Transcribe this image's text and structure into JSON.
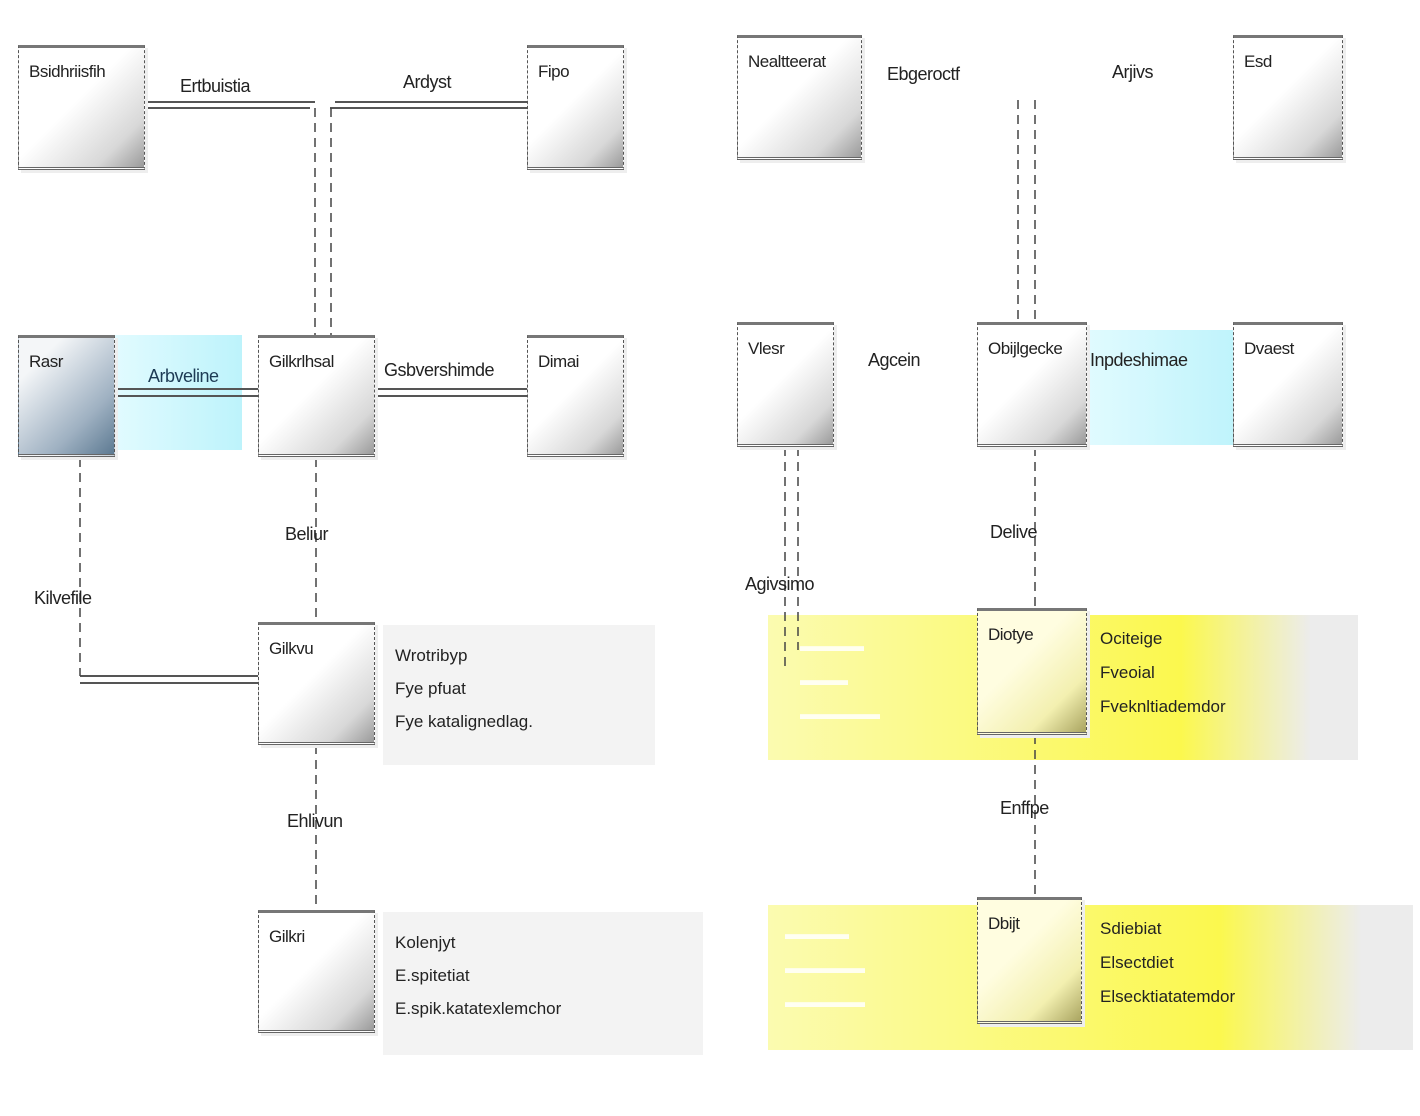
{
  "boxes": {
    "b1": "Bsidhriisfih",
    "b2": "Fipo",
    "b3": "Rasr",
    "b4": "Gilkrlhsal",
    "b5": "Dimai",
    "b6": "Gilkvu",
    "b7": "Gilkri",
    "b8": "Nealtteerat",
    "b9": "Esd",
    "b10": "Vlesr",
    "b11": "Obijlgecke",
    "b12": "Dvaest",
    "b13": "Diotye",
    "b14": "Dbijt"
  },
  "labels": {
    "l1": "Ertbuistia",
    "l2": "Ardyst",
    "l3": "Arbveline",
    "l4": "Gsbvershimde",
    "l5": "Beliur",
    "l6": "Kilvefile",
    "l7": "Ehlivun",
    "l8": "Ebgeroctf",
    "l9": "Arjivs",
    "l10": "Agcein",
    "l11": "Inpdeshimae",
    "l12": "Delive",
    "l13": "Agivsimo",
    "l14": "Enffpe"
  },
  "notes": {
    "n1": [
      "Wrotribyp",
      "Fye pfuat",
      "Fye katalignedlag."
    ],
    "n2": [
      "Kolenjyt",
      "E.spitetiat",
      "E.spik.katatexlemchor"
    ],
    "n3": [
      "Ociteige",
      "Fveoial",
      "Fveknltiademdor"
    ],
    "n4": [
      "Sdiebiat",
      "Elsectdiet",
      "Elsecktiatatemdor"
    ]
  },
  "colors": {
    "highlight": "#bdf3fb",
    "note_yellow": "#fbf84e"
  }
}
